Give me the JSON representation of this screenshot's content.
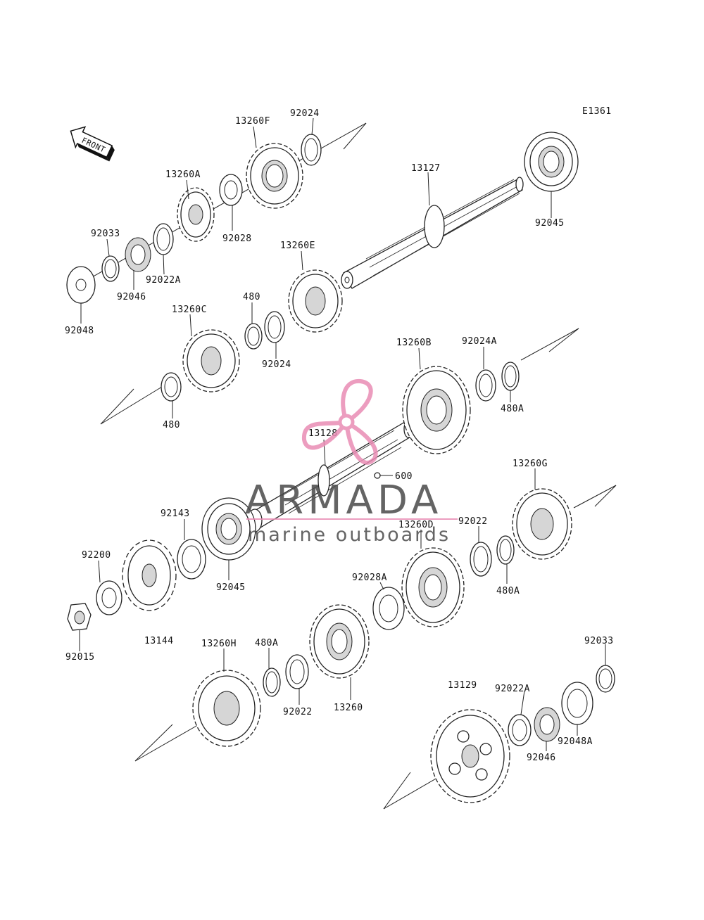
{
  "diagram_code": "E1361",
  "front_arrow_label": "FRONT",
  "watermark": {
    "brand": "ARMADA",
    "tagline": "marine outboards",
    "logo_color": "#e98cb4",
    "text_color": "#4a4a4a"
  },
  "labels": {
    "p92024_top": "92024",
    "p13260F": "13260F",
    "p13260A": "13260A",
    "p92028": "92028",
    "p92033_top": "92033",
    "p92022A_top": "92022A",
    "p92046_top": "92046",
    "p92048": "92048",
    "p13127": "13127",
    "p92045_top": "92045",
    "p13260E": "13260E",
    "p480_mid": "480",
    "p13260C": "13260C",
    "p92024_mid": "92024",
    "p480_low": "480",
    "p13260B": "13260B",
    "p92024A": "92024A",
    "p480A_top": "480A",
    "p13128": "13128",
    "p600": "600",
    "p13260G": "13260G",
    "p92143": "92143",
    "p92200": "92200",
    "p92045_mid": "92045",
    "p13260D": "13260D",
    "p92022_mid": "92022",
    "p480A_mid": "480A",
    "p92028A": "92028A",
    "p92015": "92015",
    "p13144": "13144",
    "p13260H": "13260H",
    "p480A_low": "480A",
    "p92022_low": "92022",
    "p13260": "13260",
    "p92033_low": "92033",
    "p13129": "13129",
    "p92022A_low": "92022A",
    "p92046_low": "92046",
    "p92048A": "92048A"
  }
}
